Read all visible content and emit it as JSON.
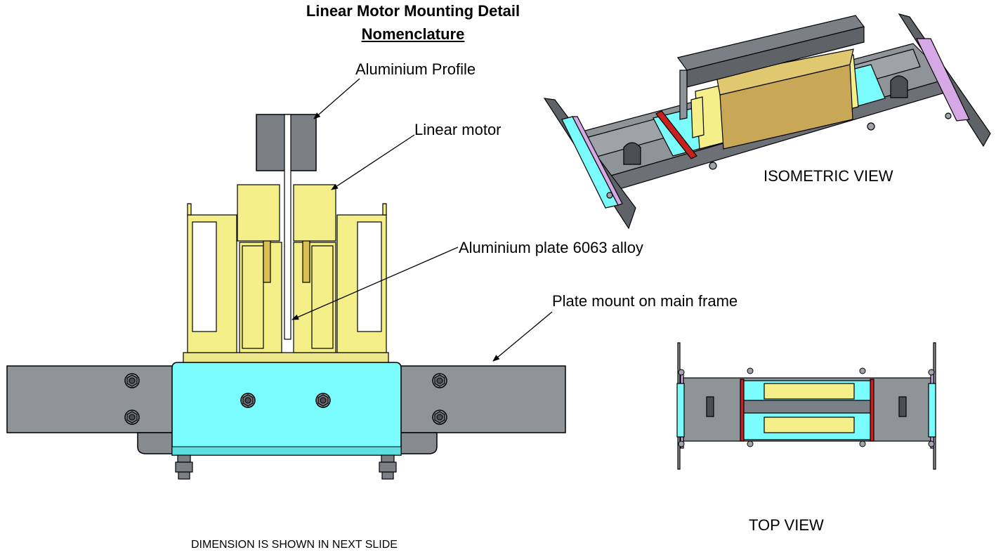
{
  "header": {
    "title": "Linear Motor Mounting Detail",
    "subtitle": "Nomenclature"
  },
  "labels": {
    "aluminium_profile": "Aluminium Profile",
    "linear_motor": "Linear motor",
    "aluminium_plate": "Aluminium plate 6063 alloy",
    "plate_mount": "Plate mount on main frame"
  },
  "views": {
    "isometric": "ISOMETRIC VIEW",
    "top": "TOP VIEW"
  },
  "footer": {
    "note": "DIMENSION IS SHOWN IN NEXT SLIDE"
  },
  "colors": {
    "frame_gray": "#8f9499",
    "profile_gray": "#7b8086",
    "motor_yellow": "#f5ef8a",
    "mount_cyan": "#7afcfc",
    "bracket_red": "#c8201e",
    "plate_violet": "#d7a8e6",
    "coil_gold": "#c8a856"
  }
}
